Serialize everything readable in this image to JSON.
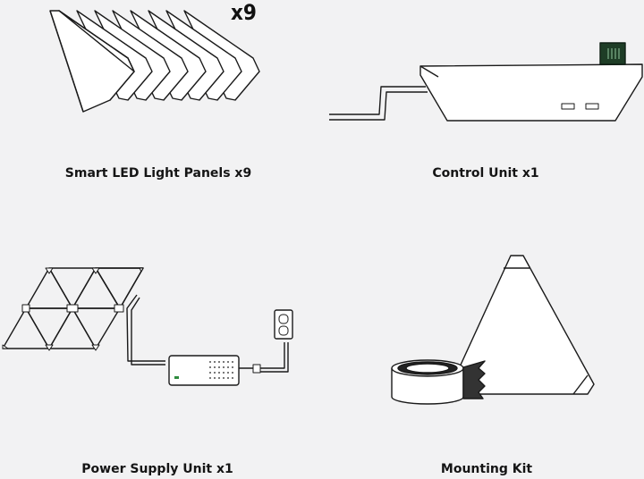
{
  "items": [
    {
      "label": "Smart LED Light Panels x9",
      "badge": "x9"
    },
    {
      "label": "Control Unit x1"
    },
    {
      "label": "Power Supply Unit x1"
    },
    {
      "label": "Mounting Kit"
    }
  ],
  "colors": {
    "background": "#f2f2f3",
    "outline": "#1a1a1a",
    "panel_fill": "#ffffff",
    "circuit_board": "#1e3d26",
    "status_led": "#2e8b3e"
  }
}
